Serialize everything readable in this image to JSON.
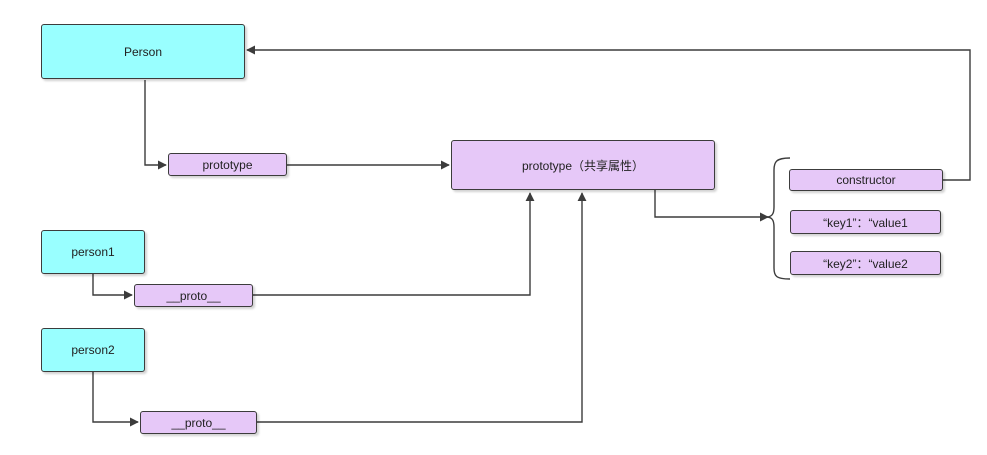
{
  "colors": {
    "object_fill": "#99ffff",
    "prototype_fill": "#e6c8f8",
    "stroke": "#3c3c3c"
  },
  "nodes": {
    "person": "Person",
    "person1": "person1",
    "person2": "person2",
    "prototype_label": "prototype",
    "proto1": "__proto__",
    "proto2": "__proto__",
    "prototype_shared": "prototype（共享属性）",
    "constructor": "constructor",
    "key1": "“key1”：“value1",
    "key2": "“key2”：“value2"
  }
}
